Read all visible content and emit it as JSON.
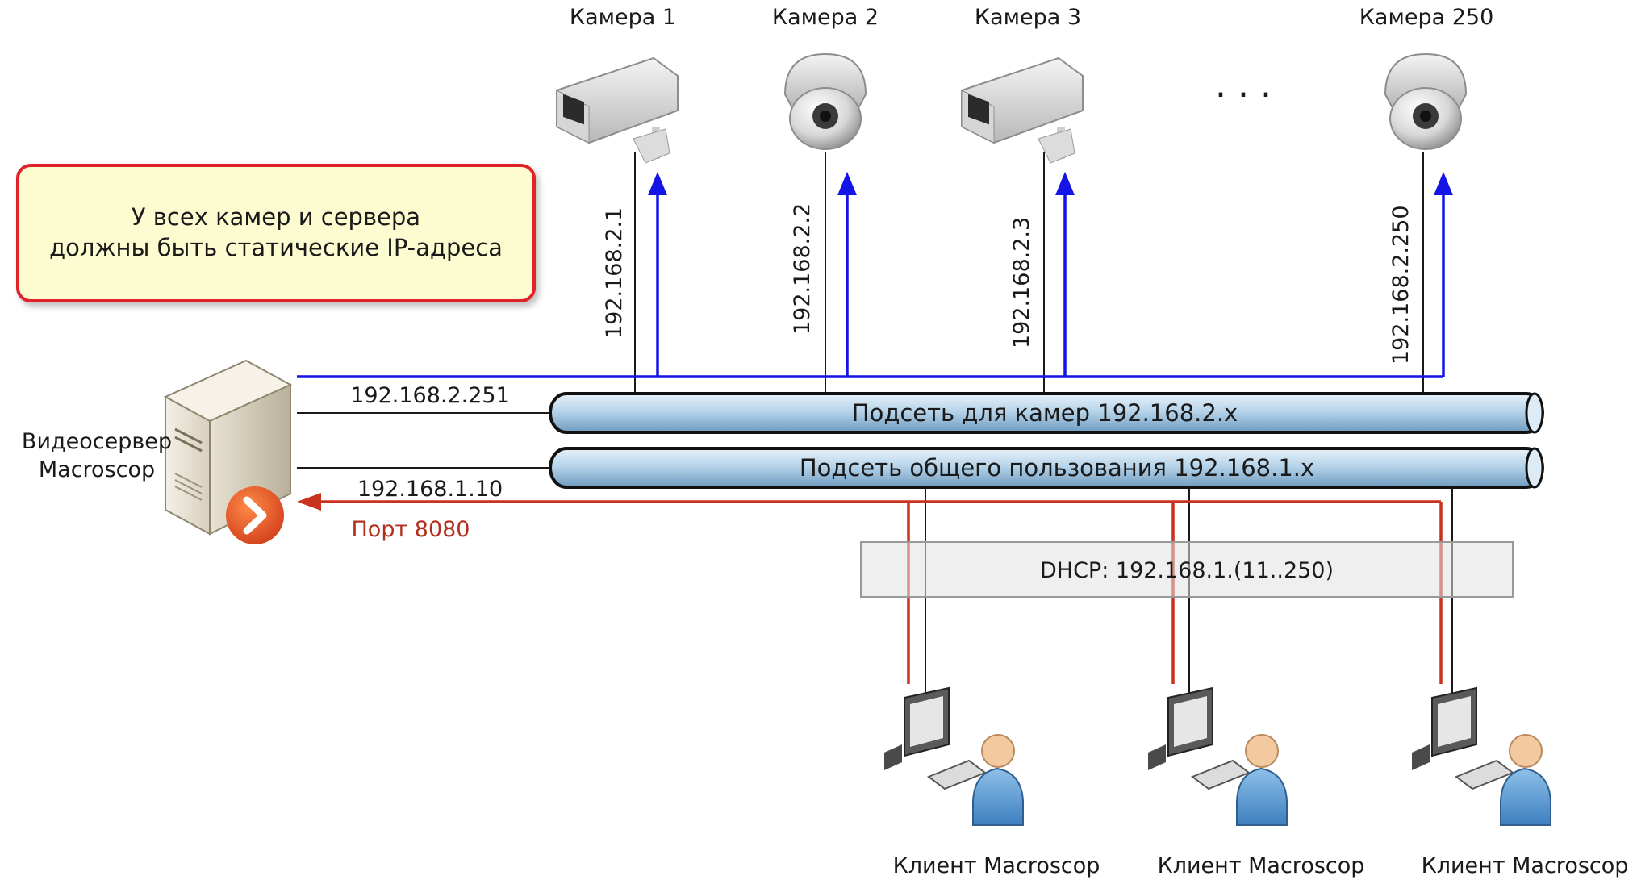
{
  "note": {
    "line1": "У всех камер и сервера",
    "line2": "должны быть статические IP-адреса"
  },
  "server": {
    "label_line1": "Видеосервер",
    "label_line2": "Macroscop",
    "ip_camera_subnet": "192.168.2.251",
    "ip_general_subnet": "192.168.1.10",
    "port": "Порт 8080",
    "icon": "server-icon"
  },
  "cameras": [
    {
      "label": "Камера 1",
      "ip": "192.168.2.1",
      "icon": "box-camera-icon"
    },
    {
      "label": "Камера 2",
      "ip": "192.168.2.2",
      "icon": "dome-camera-icon"
    },
    {
      "label": "Камера 3",
      "ip": "192.168.2.3",
      "icon": "box-camera-icon"
    },
    {
      "label": "Камера 250",
      "ip": "192.168.2.250",
      "icon": "dome-camera-icon"
    }
  ],
  "ellipsis": ". . .",
  "subnets": {
    "cameras": "Подсеть для камер 192.168.2.x",
    "general": "Подсеть общего пользования 192.168.1.x"
  },
  "dhcp": "DHCP: 192.168.1.(11..250)",
  "clients": [
    {
      "label": "Клиент Macroscop",
      "icon": "workstation-user-icon"
    },
    {
      "label": "Клиент Macroscop",
      "icon": "workstation-user-icon"
    },
    {
      "label": "Клиент Macroscop",
      "icon": "workstation-user-icon"
    }
  ],
  "colors": {
    "camera_link": "#1414e6",
    "client_link": "#c8321e",
    "pipe": "#bcd8ec",
    "note_border": "#e0202a",
    "note_fill": "#fdfbd0"
  }
}
